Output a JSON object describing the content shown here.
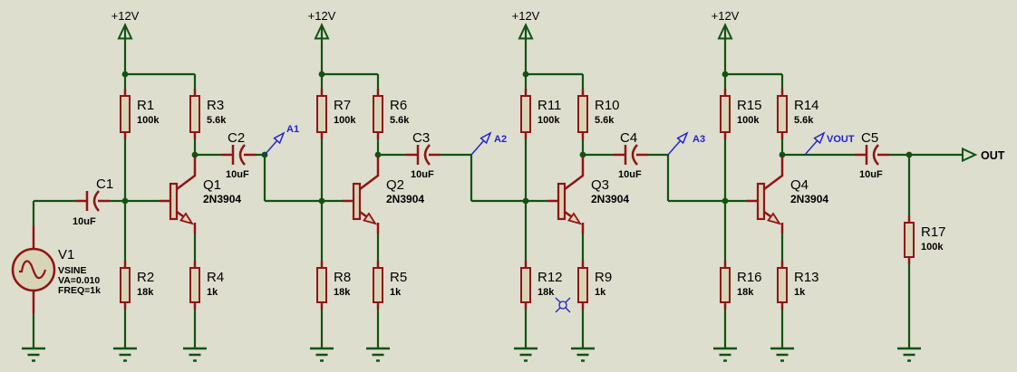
{
  "canvas": {
    "background_color": "#DDDECE",
    "wire_color": "#125212",
    "component_color": "#911414",
    "component_fill_color": "#D8D4B8",
    "probe_color": "#2222CC"
  },
  "power": {
    "label": "+12V",
    "count": 4
  },
  "source": {
    "ref": "V1",
    "model": "VSINE",
    "params": [
      "VA=0.010",
      "FREQ=1k"
    ]
  },
  "input_cap": {
    "ref": "C1",
    "value": "10uF"
  },
  "stages": [
    {
      "transistor": {
        "ref": "Q1",
        "part": "2N3904"
      },
      "r_bias_upper": {
        "ref": "R1",
        "value": "100k"
      },
      "r_collector": {
        "ref": "R3",
        "value": "5.6k"
      },
      "r_bias_lower": {
        "ref": "R2",
        "value": "18k"
      },
      "r_emitter": {
        "ref": "R4",
        "value": "1k"
      },
      "coupling_cap": {
        "ref": "C2",
        "value": "10uF"
      },
      "probe": "A1"
    },
    {
      "transistor": {
        "ref": "Q2",
        "part": "2N3904"
      },
      "r_bias_upper": {
        "ref": "R7",
        "value": "100k"
      },
      "r_collector": {
        "ref": "R6",
        "value": "5.6k"
      },
      "r_bias_lower": {
        "ref": "R8",
        "value": "18k"
      },
      "r_emitter": {
        "ref": "R5",
        "value": "1k"
      },
      "coupling_cap": {
        "ref": "C3",
        "value": "10uF"
      },
      "probe": "A2"
    },
    {
      "transistor": {
        "ref": "Q3",
        "part": "2N3904"
      },
      "r_bias_upper": {
        "ref": "R11",
        "value": "100k"
      },
      "r_collector": {
        "ref": "R10",
        "value": "5.6k"
      },
      "r_bias_lower": {
        "ref": "R12",
        "value": "18k"
      },
      "r_emitter": {
        "ref": "R9",
        "value": "1k"
      },
      "coupling_cap": {
        "ref": "C4",
        "value": "10uF"
      },
      "probe": "A3"
    },
    {
      "transistor": {
        "ref": "Q4",
        "part": "2N3904"
      },
      "r_bias_upper": {
        "ref": "R15",
        "value": "100k"
      },
      "r_collector": {
        "ref": "R14",
        "value": "5.6k"
      },
      "r_bias_lower": {
        "ref": "R16",
        "value": "18k"
      },
      "r_emitter": {
        "ref": "R13",
        "value": "1k"
      },
      "coupling_cap": {
        "ref": "C5",
        "value": "10uF"
      },
      "probe": "VOUT"
    }
  ],
  "load_resistor": {
    "ref": "R17",
    "value": "100k"
  },
  "output_terminal": {
    "label": "OUT"
  }
}
